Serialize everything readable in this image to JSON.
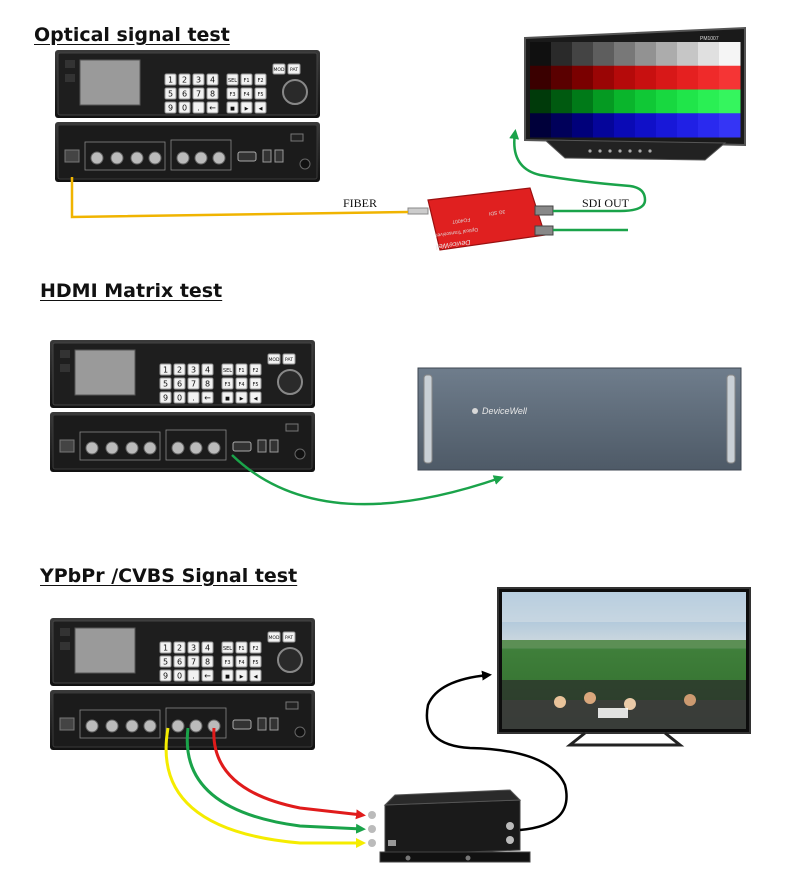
{
  "sections": [
    {
      "title": "Optical signal test"
    },
    {
      "title": "HDMI Matrix test"
    },
    {
      "title": "YPbPr /CVBS Signal test"
    }
  ],
  "labels": {
    "fiber": "FIBER",
    "sdi_out": "SDI OUT",
    "monitor_model": "PM1007",
    "brand": "DeviceWell",
    "transceiver_name": "Optical Transceiver",
    "transceiver_model": "FO4007",
    "transceiver_sub": "3G SDI"
  },
  "generator": {
    "keypad": [
      "1",
      "2",
      "3",
      "4",
      "5",
      "6",
      "7",
      "8",
      "9",
      "0",
      ".",
      "←"
    ],
    "fkeys": [
      "SEL",
      "F1",
      "F2",
      "F3",
      "F4",
      "F5",
      "■",
      "▶",
      "◀"
    ],
    "side_keys": [
      "MOD",
      "PAT"
    ]
  },
  "colors": {
    "arrow_green": "#1aa34a",
    "fiber_yellow": "#f0b400",
    "cable_red": "#e01b1b",
    "cable_green": "#1aa34a",
    "cable_yellow": "#f5ec00",
    "arrow_black": "#000000",
    "transceiver_red": "#e02020",
    "matrix_body": "#5e6b7a"
  },
  "color_bars": {
    "rows": [
      [
        "#101010",
        "#2a2a2a",
        "#444444",
        "#5e5e5e",
        "#787878",
        "#929292",
        "#acacac",
        "#c6c6c6",
        "#e0e0e0",
        "#f5f5f5"
      ],
      [
        "#3a0000",
        "#5a0000",
        "#7a0000",
        "#9a0505",
        "#b50a0a",
        "#c81010",
        "#d81818",
        "#e52020",
        "#ef2a2a",
        "#f53535"
      ],
      [
        "#003a0a",
        "#005a10",
        "#007a18",
        "#059a22",
        "#0ab52c",
        "#10c836",
        "#18d840",
        "#20e54a",
        "#2aef54",
        "#35f55e"
      ],
      [
        "#00003a",
        "#00005a",
        "#00007a",
        "#05059a",
        "#0a0ab5",
        "#1010c8",
        "#1818d8",
        "#2020e5",
        "#2a2aef",
        "#3535f5"
      ]
    ]
  }
}
